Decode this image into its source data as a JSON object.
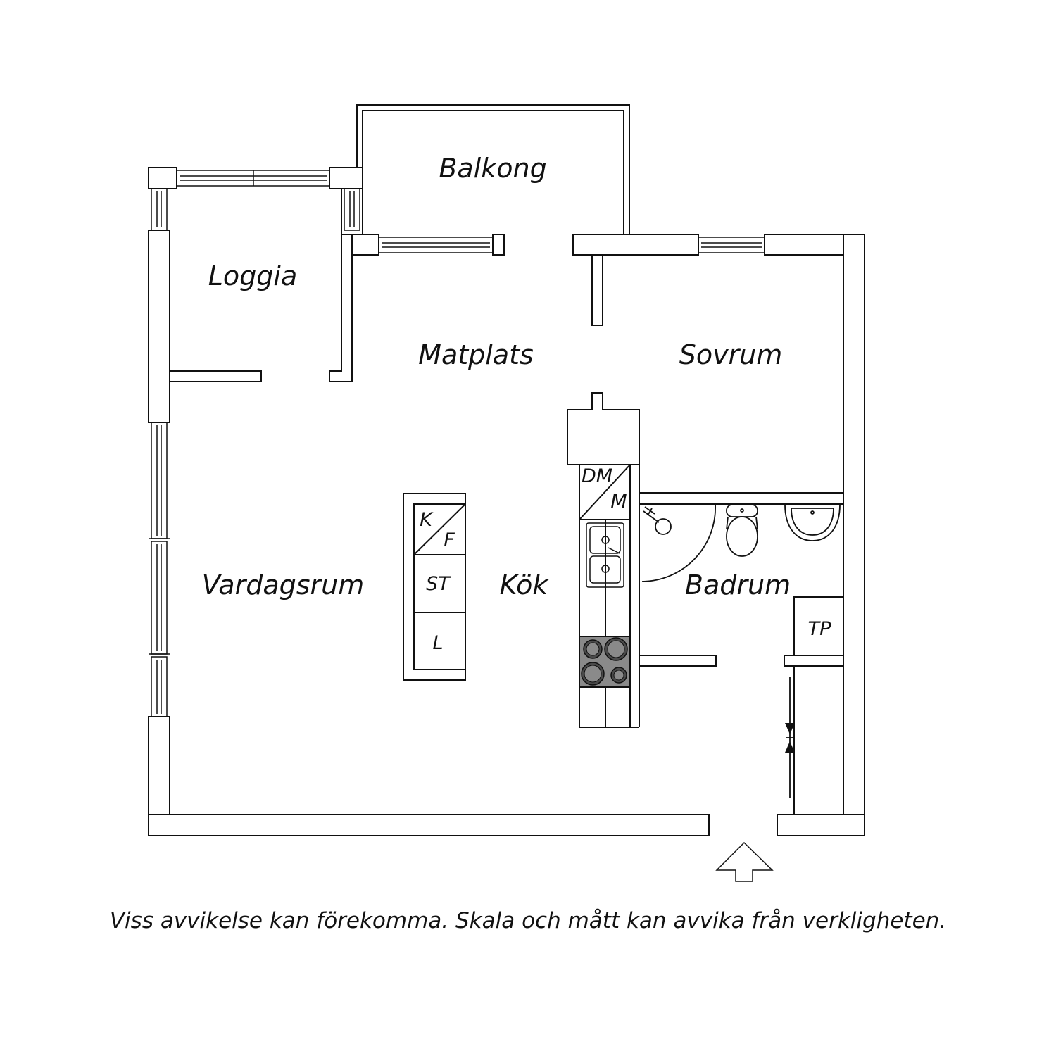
{
  "rooms": {
    "balcony": "Balkong",
    "loggia": "Loggia",
    "dining": "Matplats",
    "bedroom": "Sovrum",
    "living": "Vardagsrum",
    "kitchen": "Kök",
    "bathroom": "Badrum"
  },
  "appliances": {
    "fridge_k": "K",
    "freezer_f": "F",
    "wardrobe_st": "ST",
    "wardrobe_l": "L",
    "dishwasher_dm": "DM",
    "microwave_m": "M",
    "dryer_tp": "TP"
  },
  "disclaimer": "Viss avvikelse kan förekomma. Skala och mått kan avvika från verkligheten.",
  "colors": {
    "wall": "#111111",
    "background": "#ffffff",
    "stove": "#8a8a8a",
    "burner": "#4a4a4a"
  },
  "icons": [
    "entrance-arrow-icon",
    "window-icon",
    "sink-icon",
    "toilet-icon",
    "washbasin-icon",
    "shower-icon",
    "stove-icon"
  ]
}
